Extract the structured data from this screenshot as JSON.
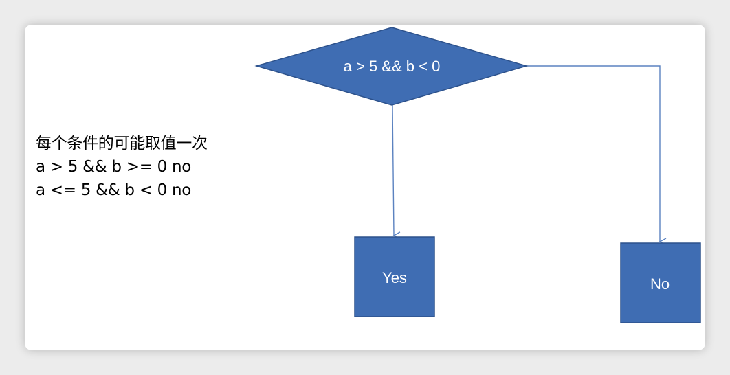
{
  "diagram": {
    "decision": {
      "label": "a > 5 && b < 0"
    },
    "yes_node": {
      "label": "Yes"
    },
    "no_node": {
      "label": "No"
    }
  },
  "notes": {
    "heading": "每个条件的可能取值一次",
    "lines": [
      "a > 5 && b >= 0 no",
      "a <= 5 && b < 0 no"
    ]
  },
  "colors": {
    "node_fill": "#3f6db3",
    "node_stroke": "#2d528c",
    "connector": "#5b82c0",
    "text_on_node": "#ffffff",
    "text": "#000000"
  }
}
